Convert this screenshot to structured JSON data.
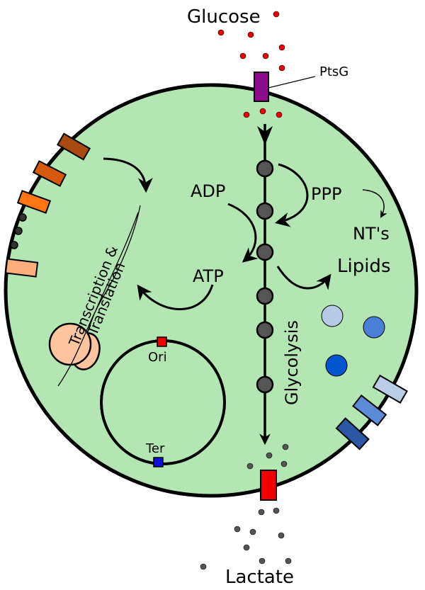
{
  "labels": {
    "glucose": "Glucose",
    "ptsg": "PtsG",
    "adp": "ADP",
    "atp": "ATP",
    "ppp": "PPP",
    "nts": "NT's",
    "lipids": "Lipids",
    "glycolysis": "Glycolysis",
    "transcription": "Transcription &",
    "translation": "Translation",
    "ori": "Ori",
    "ter": "Ter",
    "lactate": "Lactate"
  },
  "colors": {
    "cell_fill": "#b3e6b3",
    "glucose": "#e60000",
    "lactate": "#555555",
    "metabolite": "#555555",
    "ptsg": "#8b0d8b",
    "lactate_transporter": "#ee0000",
    "ori": "#ee0000",
    "ter": "#1010dd",
    "ribosome": "#fcc59f",
    "left_proteins": [
      "#a84a12",
      "#d55a0e",
      "#ff7414",
      "#fcaf7b"
    ],
    "right_proteins": [
      "#b9cde6",
      "#5b8ad6",
      "#2b57a3"
    ],
    "blue_dots": [
      "#b6cbe6",
      "#4a7fd6",
      "#0055cc"
    ]
  }
}
